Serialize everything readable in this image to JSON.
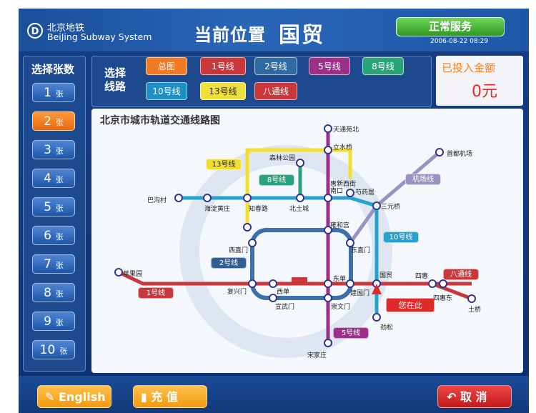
{
  "header": {
    "brand_cn": "北京地铁",
    "brand_en": "BeiJing Subway System",
    "location_label": "当前位置",
    "location_name": "国贸",
    "status": "正常服务",
    "datetime": "2006-08-22  08:29"
  },
  "ticket_count": {
    "title": "选择张数",
    "unit": "张",
    "options": [
      "1",
      "2",
      "3",
      "4",
      "5",
      "6",
      "7",
      "8",
      "9",
      "10"
    ],
    "selected": "2"
  },
  "line_select": {
    "title_l1": "选择",
    "title_l2": "线路",
    "buttons": [
      {
        "label": "总图",
        "color": "#f07a26"
      },
      {
        "label": "1号线",
        "color": "#c8373a"
      },
      {
        "label": "2号线",
        "color": "#2f6aa3"
      },
      {
        "label": "5号线",
        "color": "#9b2f8a"
      },
      {
        "label": "8号线",
        "color": "#2aa37a"
      },
      {
        "label": "10号线",
        "color": "#1e8ec3"
      },
      {
        "label": "13号线",
        "color": "#f2e03a"
      },
      {
        "label": "八通线",
        "color": "#c8373a"
      }
    ]
  },
  "amount": {
    "label": "已投入金额",
    "value": "0元"
  },
  "map": {
    "title": "北京市城市轨道交通线路图",
    "line_labels": {
      "l13": "13号线",
      "l8": "8号线",
      "airport": "机场线",
      "l10": "10号线",
      "l2": "2号线",
      "l1": "1号线",
      "l5": "5号线",
      "batong": "八通线"
    },
    "stations": {
      "tiantongyuanbei": "天通苑北",
      "lishuiqiao": "立水桥",
      "shoudujichang": "首都机场",
      "senlingongyuan": "森林公园",
      "huixinxijie": "惠新西街南口",
      "shaoyaoju": "芍药居",
      "bagou": "巴沟村",
      "haidianhuangzhuang": "海淀黄庄",
      "zhichunlu": "知春路",
      "beitucheng": "北土城",
      "sanyuanqiao": "三元桥",
      "yonghegong": "雍和宫",
      "xizhimen": "西直门",
      "dongzhimen": "东直门",
      "pingguoyuan": "苹果园",
      "fuxingmen": "复兴门",
      "xidan": "西单",
      "dongdan": "东单",
      "jianguomen": "建国门",
      "guomao": "国贸",
      "sihui": "四惠",
      "sihuidong": "四惠东",
      "tuqiao": "土桥",
      "xuanwumen": "宣武门",
      "chongwenmen": "崇文门",
      "jinsong": "劲松",
      "songjiazhuang": "宋家庄"
    },
    "you_are_here": "您在此"
  },
  "bottom": {
    "english": "English",
    "recharge": "充  值",
    "cancel": "取  消"
  }
}
